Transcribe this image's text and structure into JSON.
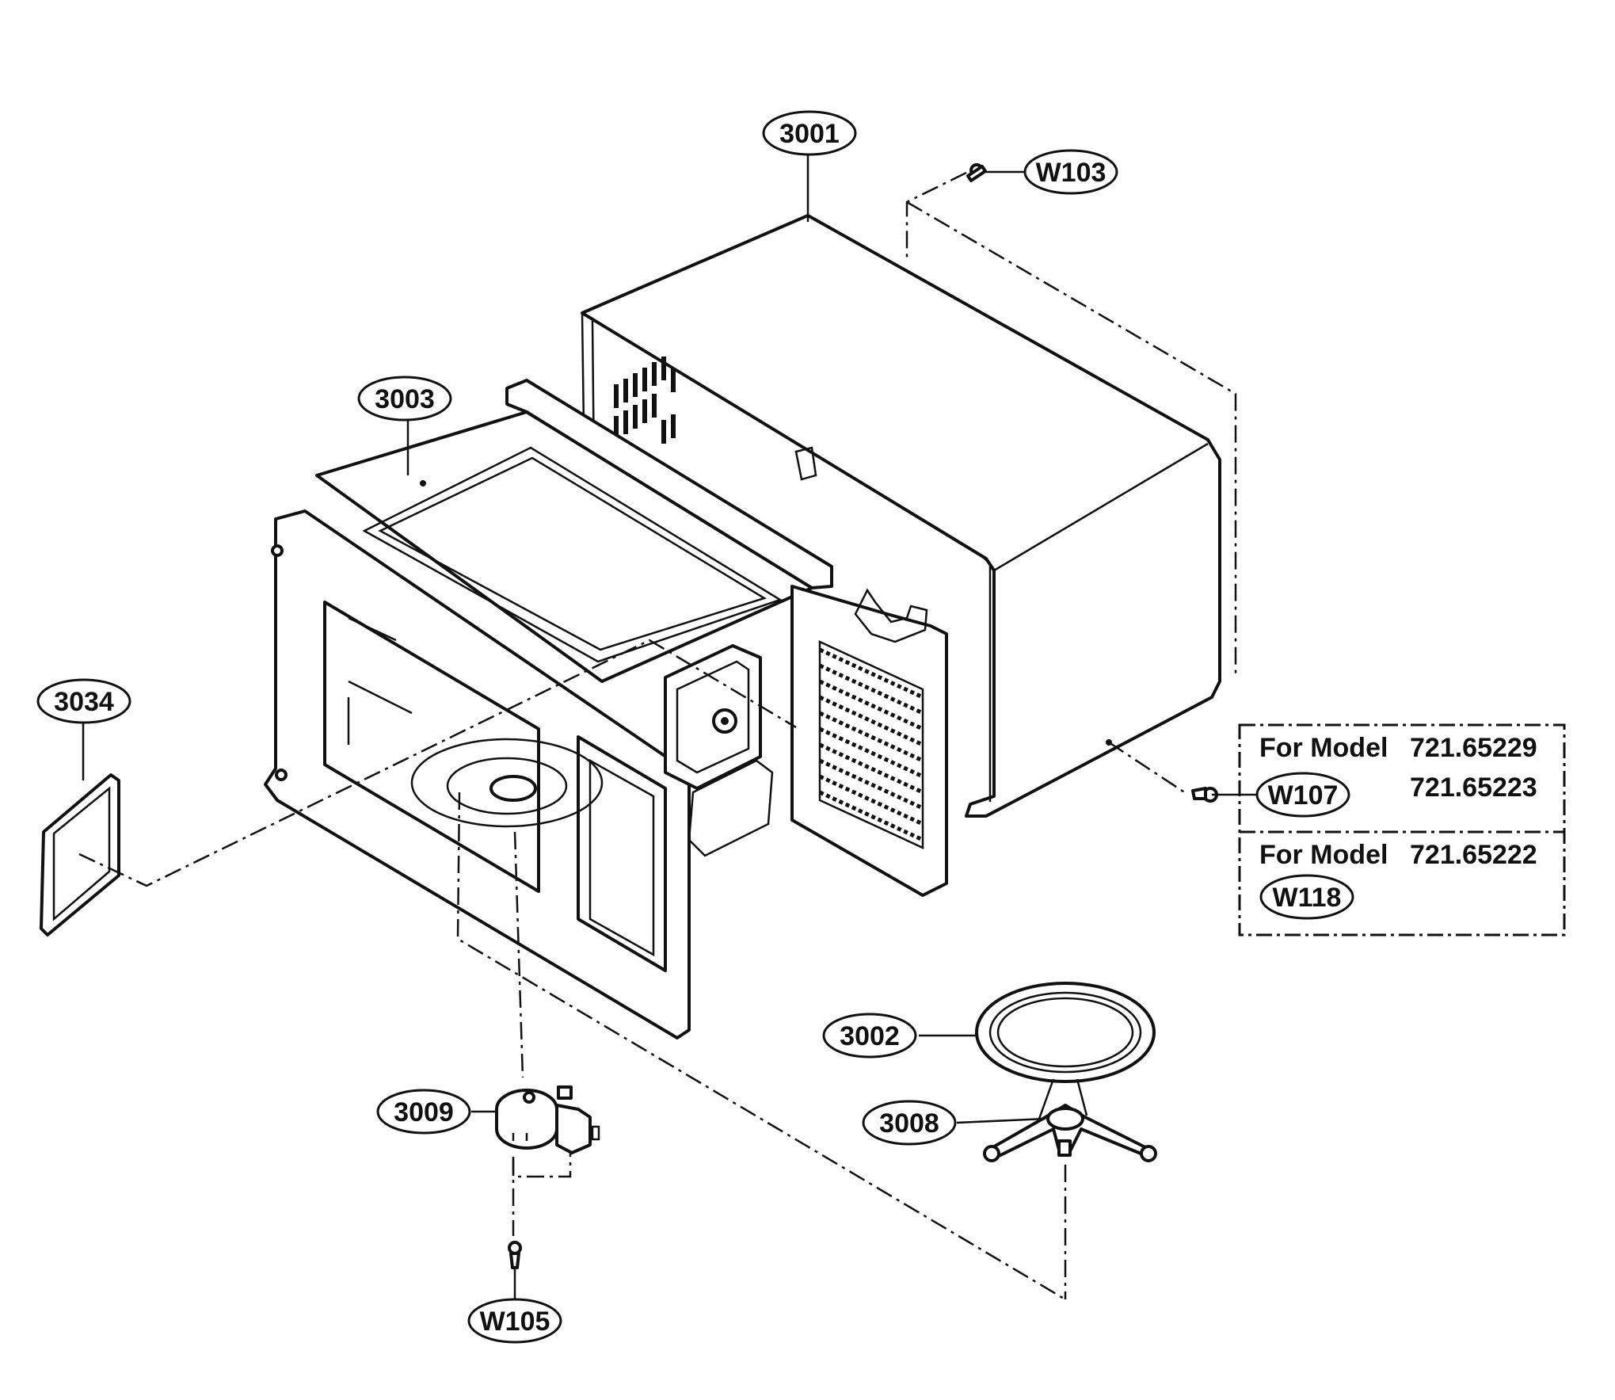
{
  "callouts": {
    "c3001": "3001",
    "w103": "W103",
    "c3003": "3003",
    "c3034": "3034",
    "w107": "W107",
    "w118": "W118",
    "c3002": "3002",
    "c3008": "3008",
    "c3009": "3009",
    "w105": "W105"
  },
  "model_note": {
    "for_model_1": "For Model",
    "model_a": "721.65229",
    "model_b": "721.65223",
    "for_model_2": "For Model",
    "model_c": "721.65222"
  }
}
